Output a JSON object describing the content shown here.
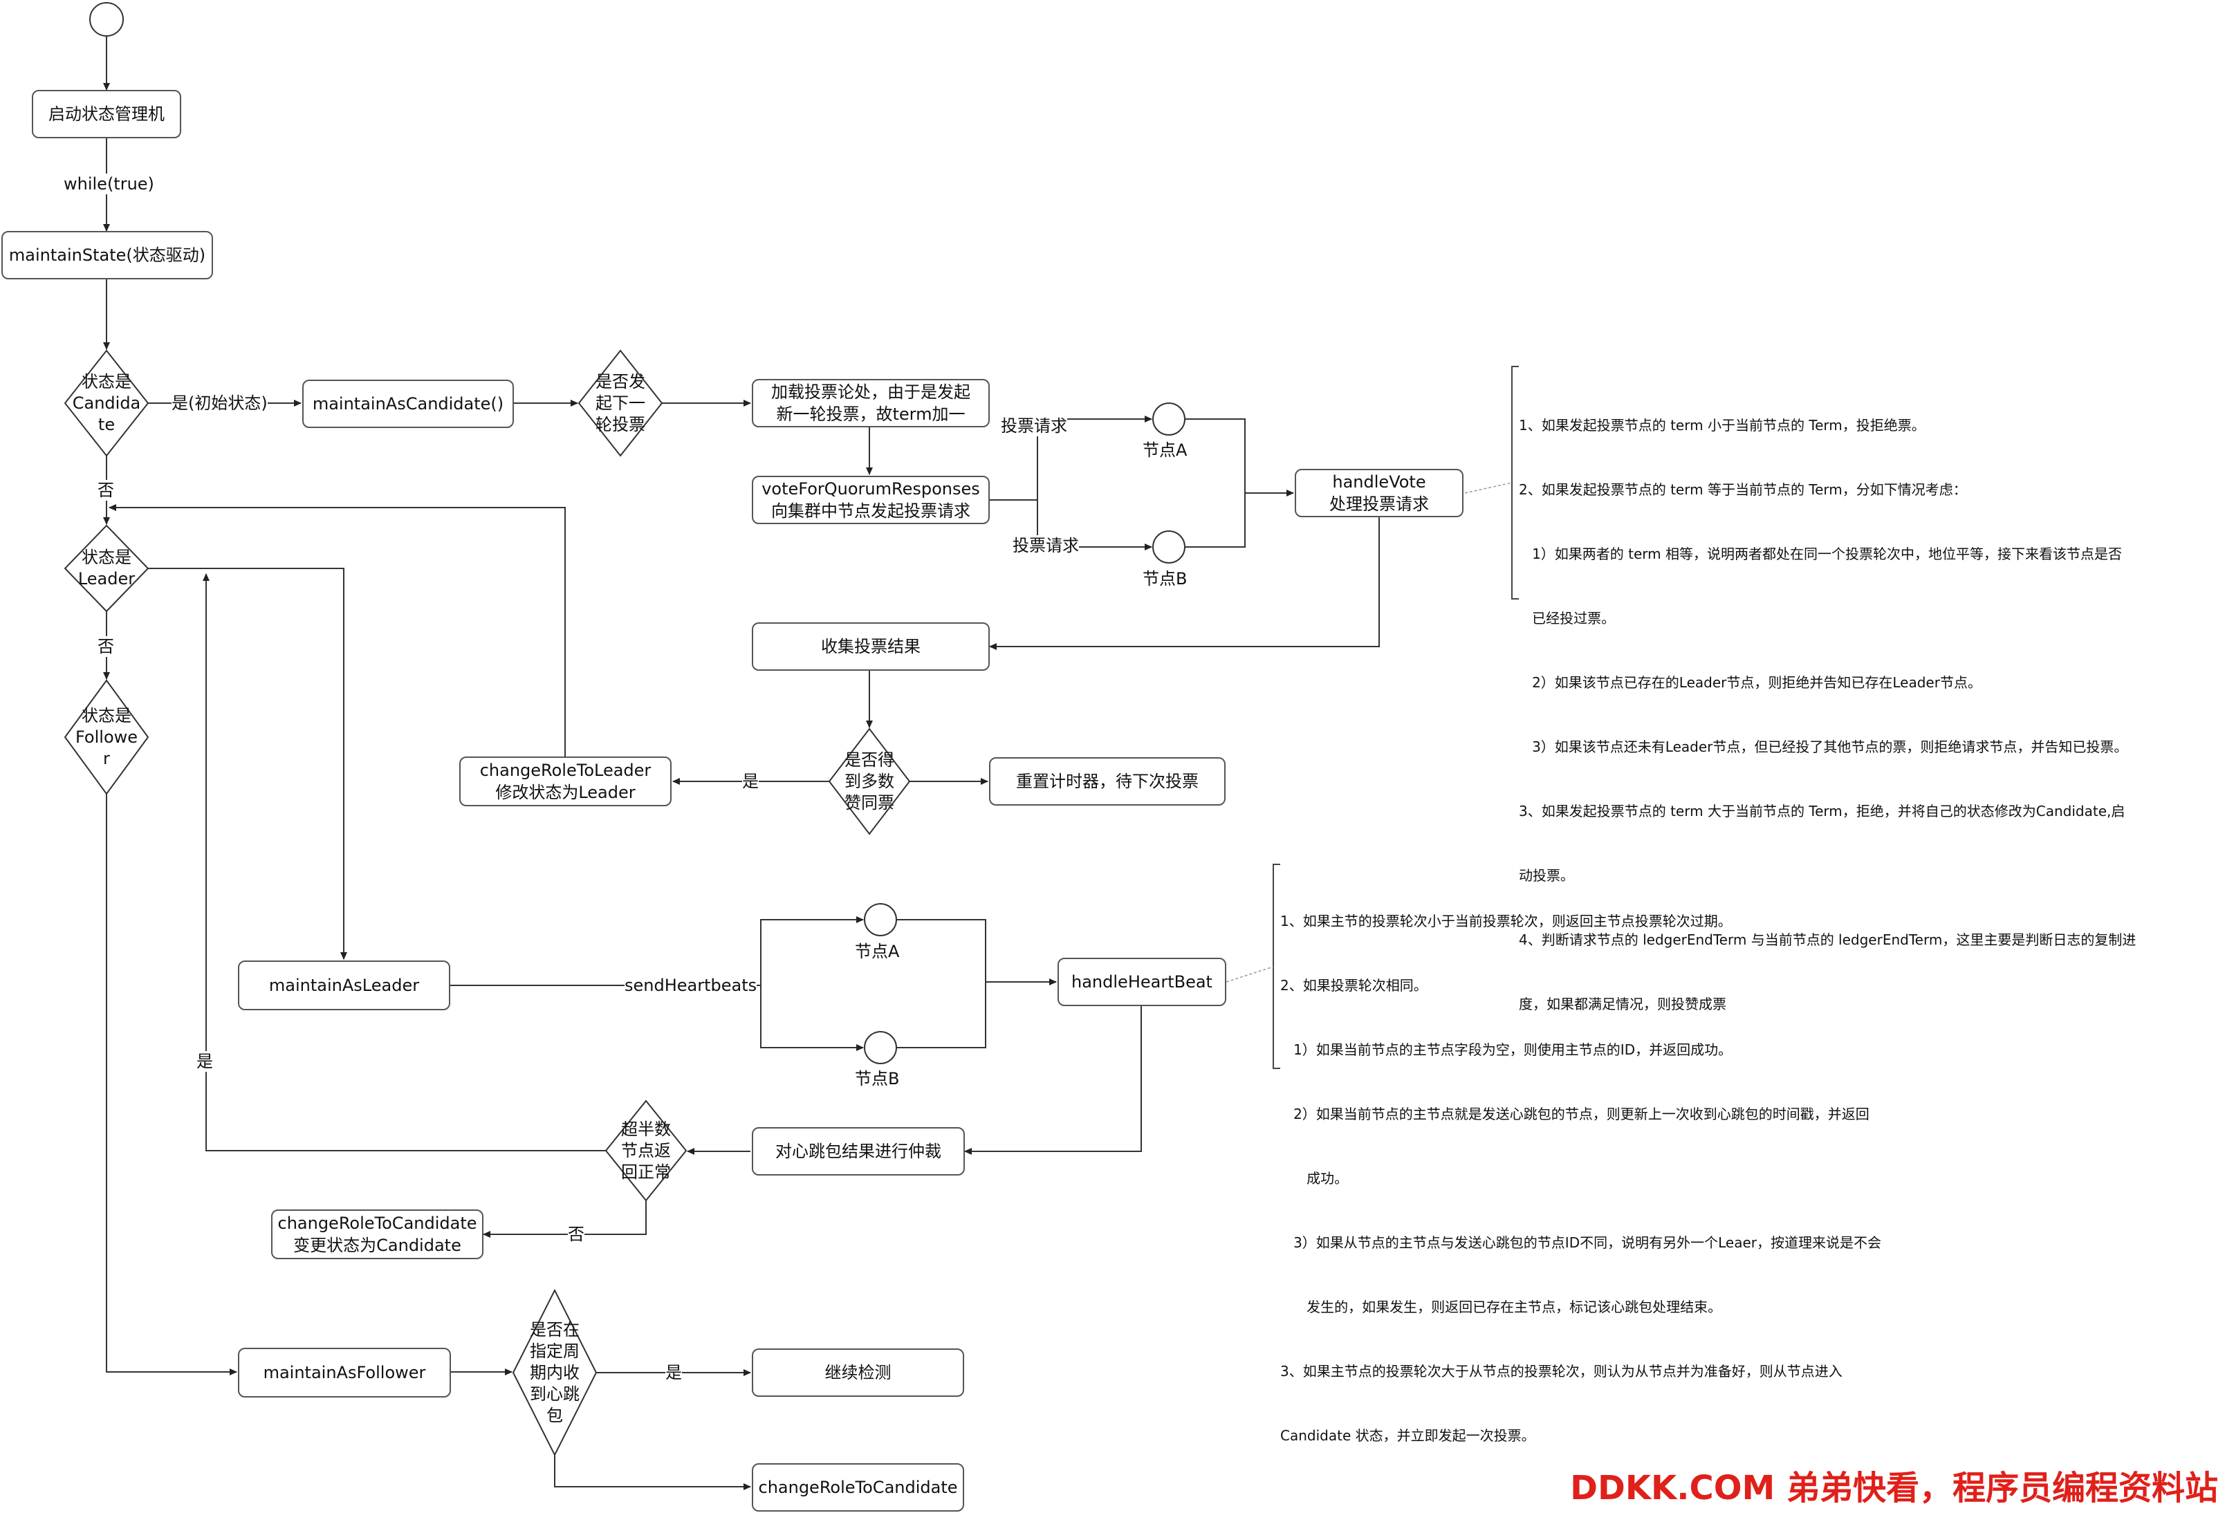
{
  "nodes": {
    "start_sm": "启动状态管理机",
    "maintain_state": "maintainState(状态驱动)",
    "maintain_as_candidate": "maintainAsCandidate()",
    "load_vote": "加载投票论处，由于是发起\n新一轮投票，故term加一",
    "vote_for_quorum": "voteForQuorumResponses\n向集群中节点发起投票请求",
    "handle_vote": "handleVote\n处理投票请求",
    "collect_votes": "收集投票结果",
    "reset_timer": "重置计时器，待下次投票",
    "change_to_leader": "changeRoleToLeader\n修改状态为Leader",
    "maintain_as_leader": "maintainAsLeader",
    "handle_heartbeat": "handleHeartBeat",
    "arbitrate_heartbeat": "对心跳包结果进行仲裁",
    "change_to_candidate_1": "changeRoleToCandidate\n变更状态为Candidate",
    "maintain_as_follower": "maintainAsFollower",
    "continue_detect": "继续检测",
    "change_to_candidate_2": "changeRoleToCandidate"
  },
  "diamonds": {
    "is_candidate": "状态是\nCandida\nte",
    "is_leader": "状态是\nLeader",
    "is_follower": "状态是\nFollowe\nr",
    "next_round": "是否发\n起下一\n轮投票",
    "majority_vote": "是否得\n到多数\n赞同票",
    "majority_heartbeat": "超半数\n节点返\n回正常",
    "heartbeat_in_period": "是否在\n指定周\n期内收\n到心跳\n包"
  },
  "circles": {
    "node_a_vote": "节点A",
    "node_b_vote": "节点B",
    "node_a_hb": "节点A",
    "node_b_hb": "节点B"
  },
  "edge_labels": {
    "while_true": "while(true)",
    "yes_initial": "是(初始状态)",
    "no_1": "否",
    "no_2": "否",
    "vote_req_1": "投票请求",
    "vote_req_2": "投票请求",
    "yes_leader": "是",
    "send_heartbeats": "sendHeartbeats",
    "yes_loop": "是",
    "no_candidate": "否",
    "yes_continue": "是"
  },
  "notes": {
    "vote_rules": [
      "1、如果发起投票节点的 term 小于当前节点的 Term，投拒绝票。",
      "2、如果发起投票节点的 term 等于当前节点的 Term，分如下情况考虑：",
      "   1）如果两者的 term 相等，说明两者都处在同一个投票轮次中，地位平等，接下来看该节点是否",
      "   已经投过票。",
      "   2）如果该节点已存在的Leader节点，则拒绝并告知已存在Leader节点。",
      "   3）如果该节点还未有Leader节点，但已经投了其他节点的票，则拒绝请求节点，并告知已投票。",
      "3、如果发起投票节点的 term 大于当前节点的 Term，拒绝，并将自己的状态修改为Candidate,启",
      "动投票。",
      "4、判断请求节点的 ledgerEndTerm 与当前节点的 ledgerEndTerm，这里主要是判断日志的复制进",
      "度，如果都满足情况，则投赞成票"
    ],
    "heartbeat_rules": [
      "1、如果主节的投票轮次小于当前投票轮次，则返回主节点投票轮次过期。",
      "2、如果投票轮次相同。",
      "   1）如果当前节点的主节点字段为空，则使用主节点的ID，并返回成功。",
      "   2）如果当前节点的主节点就是发送心跳包的节点，则更新上一次收到心跳包的时间戳，并返回",
      "      成功。",
      "   3）如果从节点的主节点与发送心跳包的节点ID不同，说明有另外一个Leaer，按道理来说是不会",
      "      发生的，如果发生，则返回已存在主节点，标记该心跳包处理结束。",
      "3、如果主节点的投票轮次大于从节点的投票轮次，则认为从节点并为准备好，则从节点进入",
      "Candidate 状态，并立即发起一次投票。"
    ]
  },
  "watermark": "DDKK.COM 弟弟快看，程序员编程资料站",
  "colors": {
    "stroke": "#555555",
    "watermark": "#e0201a"
  }
}
